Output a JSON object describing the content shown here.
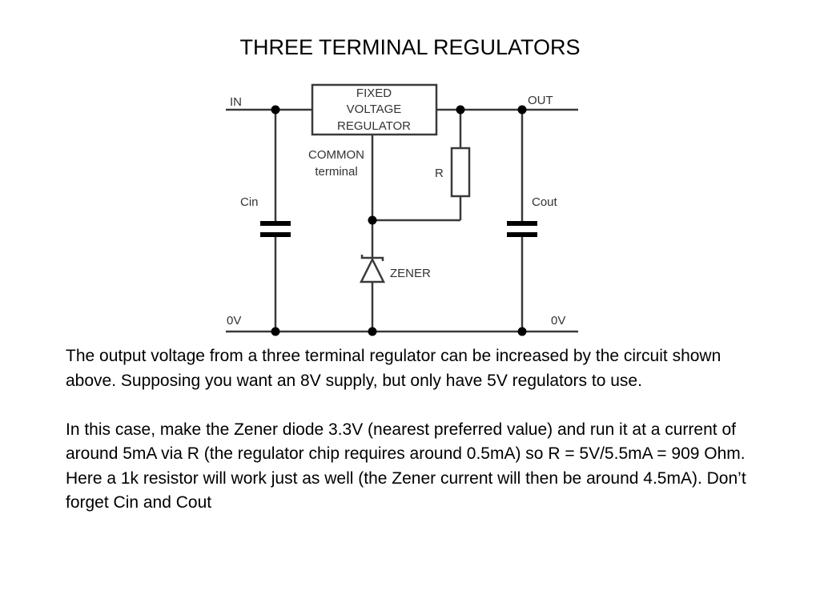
{
  "slide": {
    "title": "THREE TERMINAL REGULATORS",
    "paragraphs": [
      "The output voltage from a three terminal regulator can be increased by the circuit shown above. Supposing you want an 8V supply, but only have 5V regulators to use.",
      "In this case, make the Zener diode 3.3V (nearest preferred value) and run it at a current of around 5mA via R (the regulator chip requires around 0.5mA) so R = 5V/5.5mA = 909 Ohm. Here a 1k resistor will work just as well (the Zener current will then be around 4.5mA). Don’t forget Cin and Cout"
    ]
  },
  "diagram": {
    "labels": {
      "in": "IN",
      "out": "OUT",
      "ground_left": "0V",
      "ground_right": "0V",
      "regulator_line1": "FIXED",
      "regulator_line2": "VOLTAGE",
      "regulator_line3": "REGULATOR",
      "common_line1": "COMMON",
      "common_line2": "terminal",
      "resistor": "R",
      "cin": "Cin",
      "cout": "Cout",
      "zener": "ZENER"
    }
  }
}
